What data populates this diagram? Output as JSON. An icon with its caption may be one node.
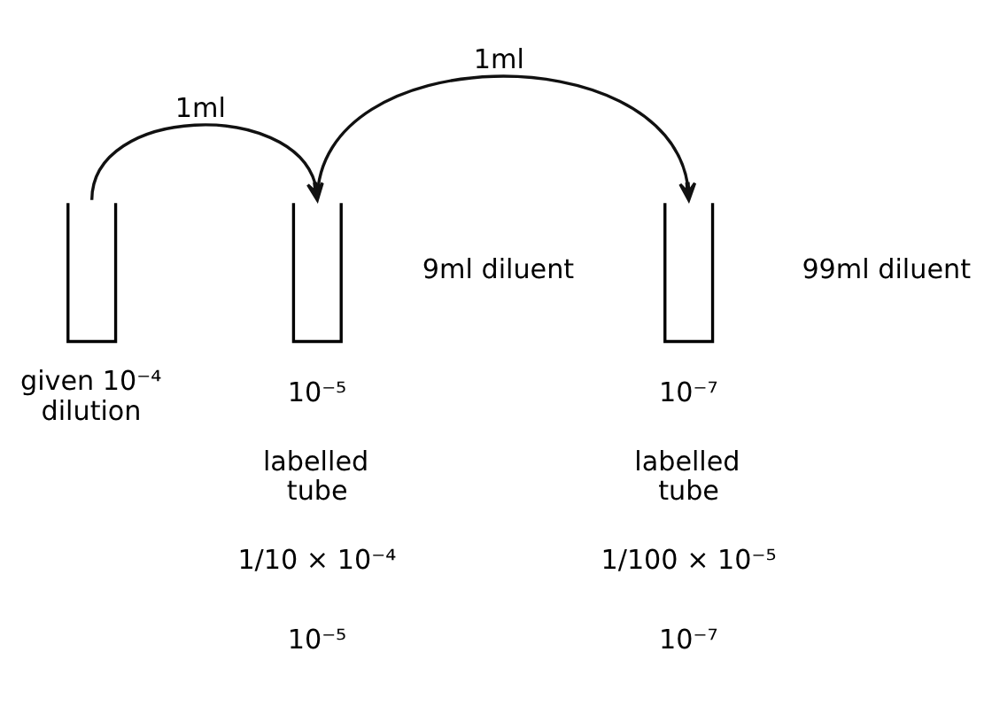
{
  "diagram": {
    "nodes": [
      {
        "text": [],
        "shape": "tube",
        "beside": [
          "given 10⁻⁴ dilution"
        ]
      },
      {
        "text": [],
        "shape": "tube",
        "beside": [
          "9ml diluent",
          "10⁻⁵",
          "labelled tube",
          "1/10 × 10⁻⁴",
          "10⁻⁵"
        ]
      },
      {
        "text": [],
        "shape": "tube",
        "beside": [
          "99ml diluent",
          "10⁻⁷",
          "labelled tube",
          "1/100 × 10⁻⁵",
          "10⁻⁷"
        ]
      }
    ],
    "edges": [
      {
        "from": 0,
        "to": 1,
        "arrow": "to",
        "label": "1ml"
      },
      {
        "from": 1,
        "to": 2,
        "arrow": "to",
        "label": "1ml"
      }
    ]
  }
}
